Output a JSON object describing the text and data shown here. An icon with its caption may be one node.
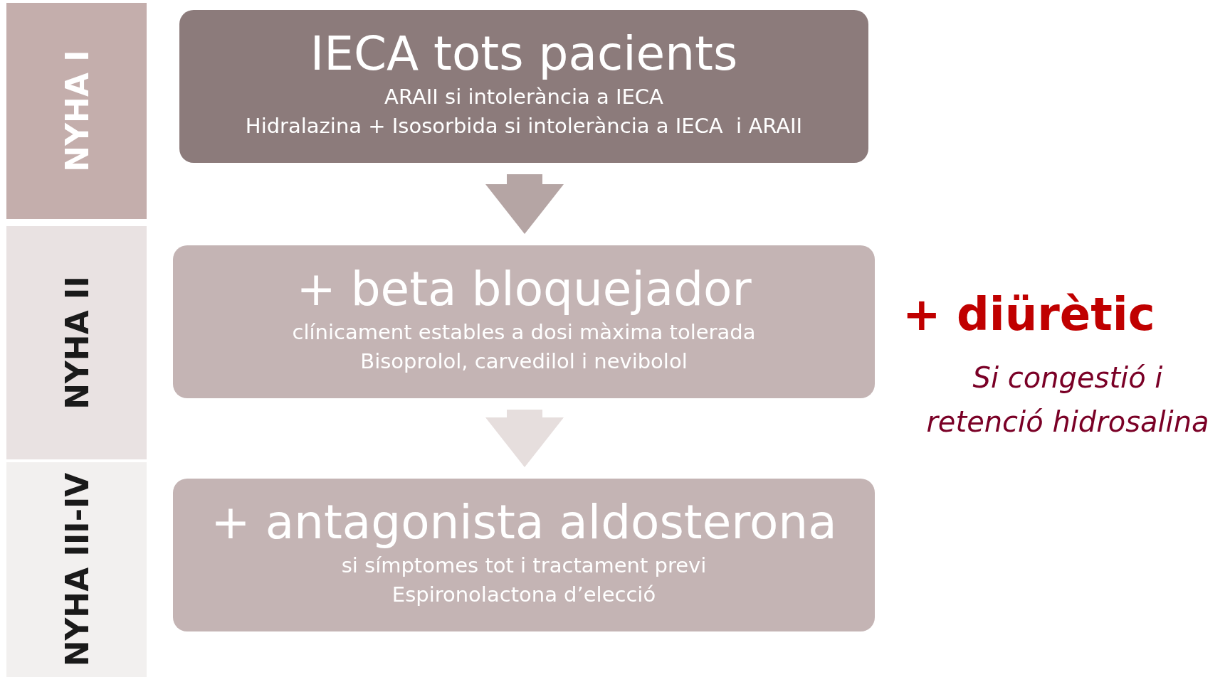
{
  "diagram": {
    "nodes": [
      {
        "text": [
          "NYHA I"
        ]
      },
      {
        "text": [
          "NYHA II"
        ]
      },
      {
        "text": [
          "NYHA III-IV"
        ]
      },
      {
        "text": [
          "IECA tots pacients",
          "ARAII si intolerància a IECA",
          "Hidralazina + Isosorbida si intolerància a IECA  i ARAII"
        ]
      },
      {
        "text": [
          "+ beta bloquejador",
          "clínicament estables a dosi màxima tolerada",
          "Bisoprolol, carvedilol i nevibolol"
        ]
      },
      {
        "text": [
          "+ antagonista aldosterona",
          "si símptomes tot i tractament previ",
          "Espironolactona d’elecció"
        ]
      }
    ],
    "edges": [
      {
        "from": 3,
        "to": 4,
        "arrow": "to",
        "color": "#b5a5a4"
      },
      {
        "from": 4,
        "to": 5,
        "arrow": "to",
        "color": "#e6dedd"
      }
    ],
    "labels": [
      "+ diürètic",
      "Si congestió i retenció hidrosalina"
    ]
  }
}
